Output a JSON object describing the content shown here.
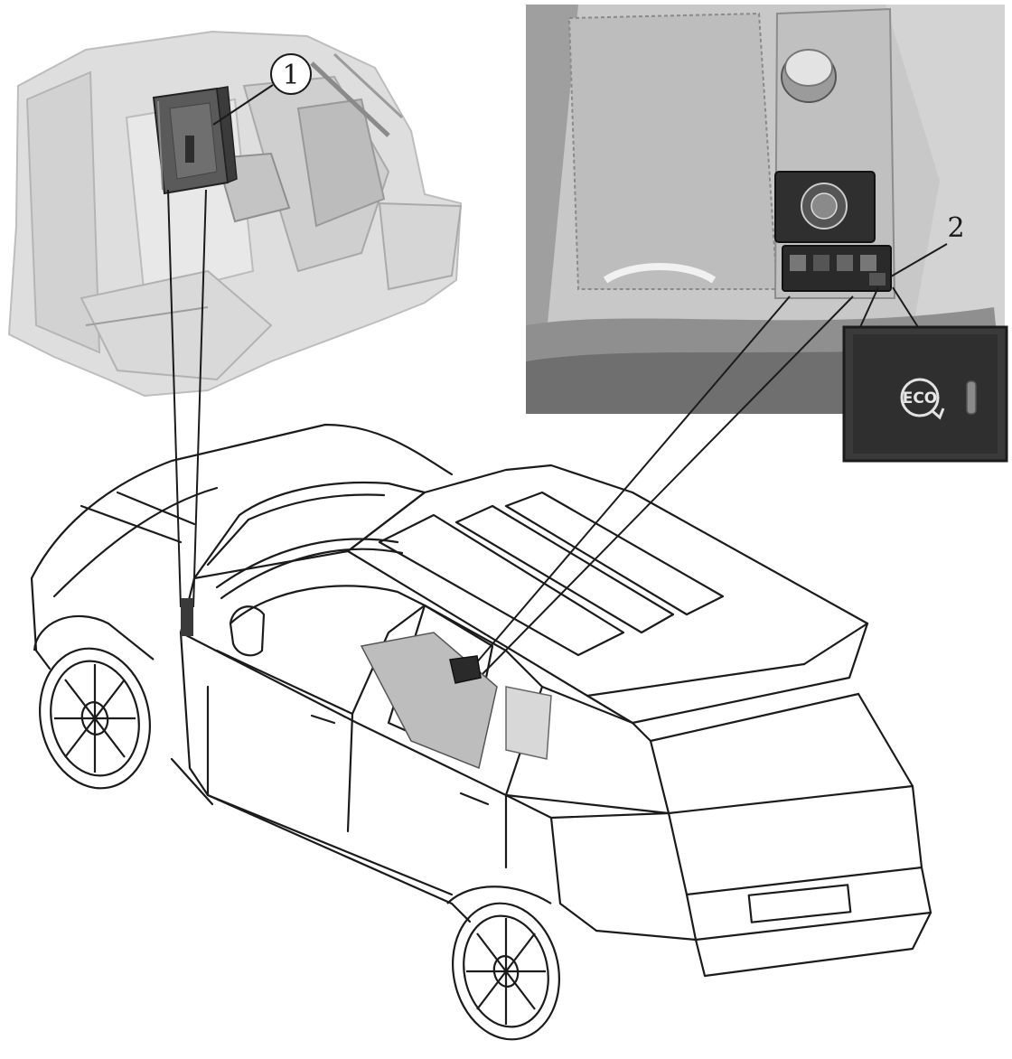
{
  "callouts": {
    "one": "1",
    "two": "2"
  },
  "eco_button": {
    "label": "ECO"
  },
  "colors": {
    "line": "#1b1b1b",
    "photo_light": "#c9c9c9",
    "photo_mid": "#9a9a9a",
    "photo_dark": "#3a3a3a",
    "panel_dark": "#2a2a2a"
  }
}
